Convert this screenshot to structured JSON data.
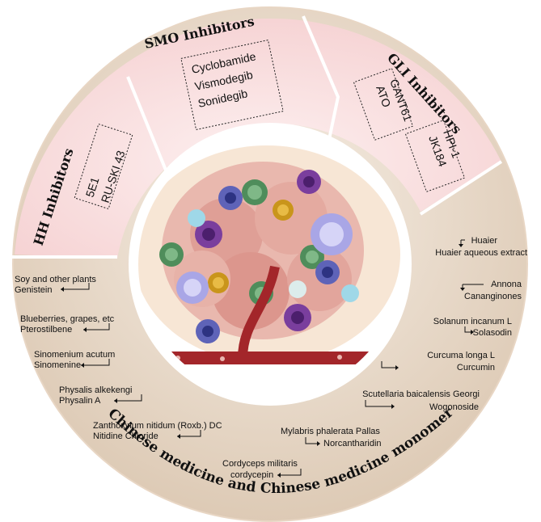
{
  "sections": {
    "hh": {
      "title": "HH Inhibitors",
      "items": [
        "5E1",
        "RU-SKI 43"
      ]
    },
    "smo": {
      "title": "SMO Inhibitors",
      "items": [
        "Cyclobamide",
        "Vismodegib",
        "Sonidegib"
      ]
    },
    "gli": {
      "title": "GLI Inhibitors",
      "box1": [
        "GANT61",
        "ATO"
      ],
      "box2": [
        "HPI-1",
        "JK184"
      ]
    }
  },
  "bottom_title": "Chinese medicine and Chinese medicine monomer",
  "medicines": [
    {
      "source": "Soy and other plants",
      "compound": "Genistein"
    },
    {
      "source": "Blueberries, grapes, etc",
      "compound": "Pterostilbene"
    },
    {
      "source": "Sinomenium acutum",
      "compound": "Sinomenine"
    },
    {
      "source": "Physalis alkekengi",
      "compound": "Physalin A"
    },
    {
      "source": "Zanthoxylum nitidum (Roxb.) DC",
      "compound": "Nitidine Chloride"
    },
    {
      "source": "Cordyceps militaris",
      "compound": "cordycepin"
    },
    {
      "source": "Huaier",
      "compound": "Huaier aqueous extract"
    },
    {
      "source": "Annona",
      "compound": "Cananginones"
    },
    {
      "source": "Solanum incanum L",
      "compound": "Solasodin"
    },
    {
      "source": "Curcuma longa L",
      "compound": "Curcumin"
    },
    {
      "source": "Scutellaria baicalensis Georgi",
      "compound": "Wogonoside"
    },
    {
      "source": "Mylabris phalerata Pallas",
      "compound": "Norcantharidin"
    }
  ],
  "colors": {
    "upper_ring": "#f9dcdc",
    "lower_ring": "#eadccb",
    "tumor": "#e6a49c",
    "vessel": "#a3262a"
  }
}
